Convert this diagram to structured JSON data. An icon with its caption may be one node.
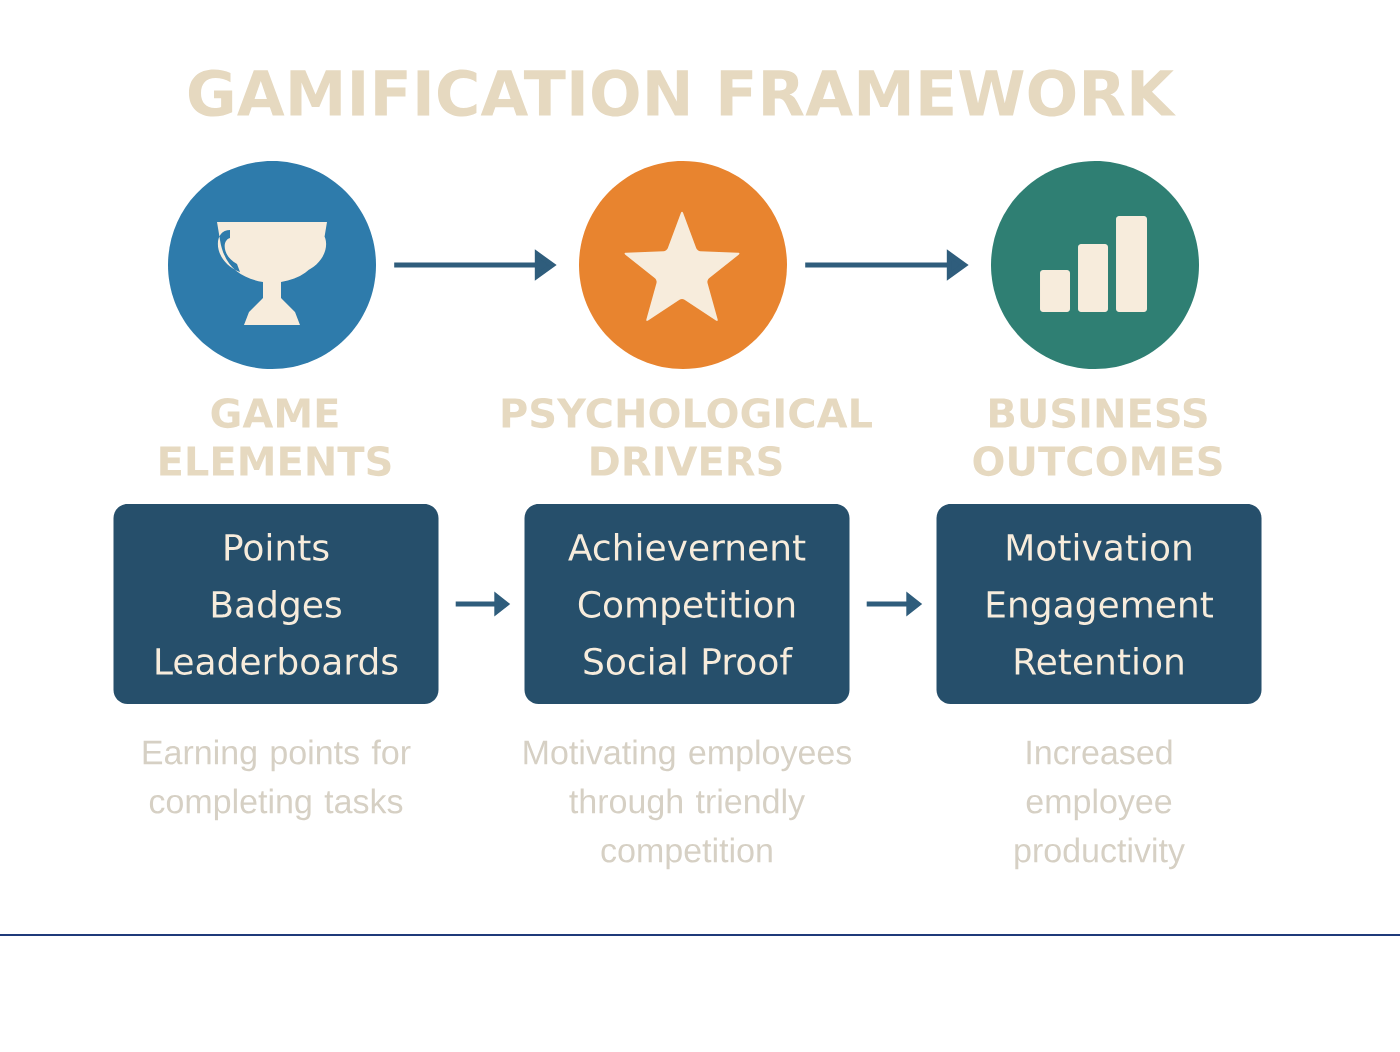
{
  "diagram": {
    "title": "GAMIFICATION FRAMEWORK",
    "nodes": [
      {
        "text": [],
        "shape": "circle",
        "beside": [
          "GAME ELEMENTS"
        ]
      },
      {
        "text": [],
        "shape": "circle",
        "beside": [
          "PSYCHOLOGICAL DRIVERS"
        ]
      },
      {
        "text": [],
        "shape": "circle",
        "beside": [
          "BUSINESS OUTCOMES"
        ]
      },
      {
        "text": [
          "Points",
          "Badges",
          "Leaderboards"
        ],
        "beside": [
          "Earning points for completing tasks"
        ]
      },
      {
        "text": [
          "Achievernent",
          "Competition",
          "Social Proof"
        ],
        "beside": [
          "Motivating employees through triendly competition"
        ]
      },
      {
        "text": [
          "Motivation",
          "Engagement",
          "Retention"
        ],
        "beside": [
          "Increased employee productivity"
        ]
      }
    ],
    "edges": [
      {
        "from": 0,
        "to": 1,
        "arrow": "to"
      },
      {
        "from": 1,
        "to": 2,
        "arrow": "to"
      },
      {
        "from": 3,
        "to": 4,
        "arrow": "to"
      },
      {
        "from": 4,
        "to": 5,
        "arrow": "to"
      }
    ]
  }
}
